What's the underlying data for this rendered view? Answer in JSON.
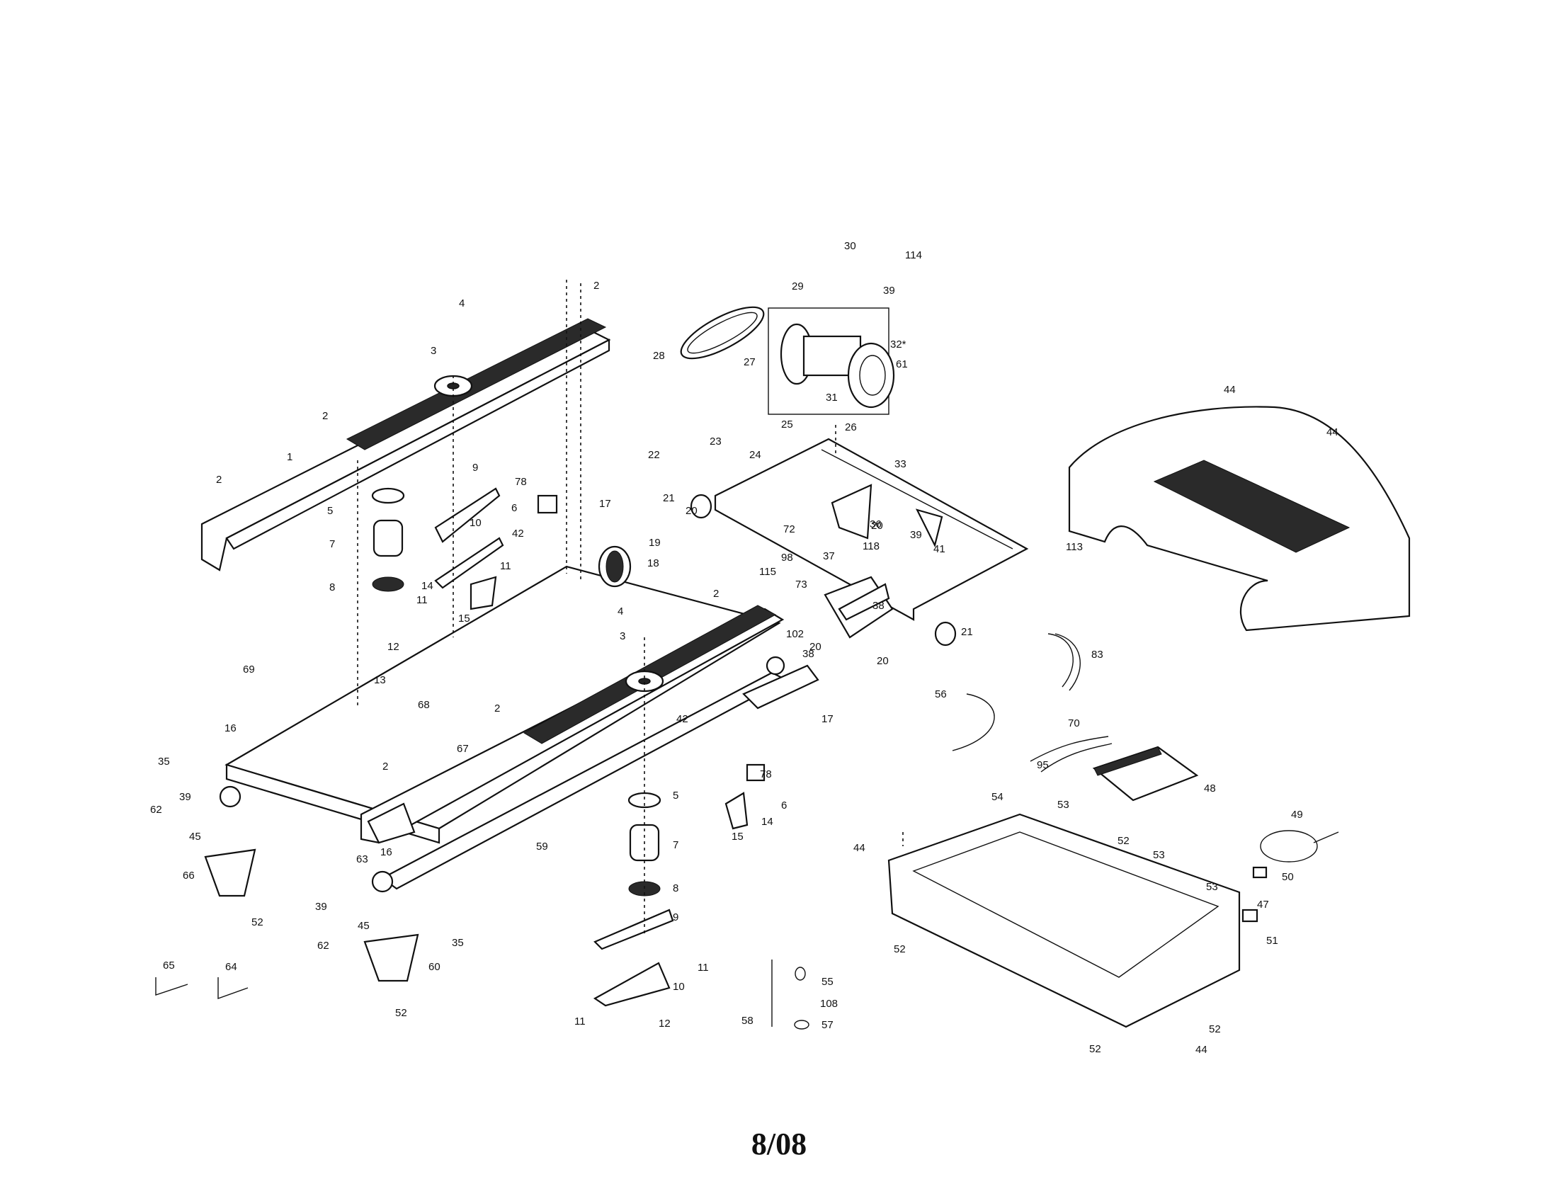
{
  "footer": {
    "date_code": "8/08"
  },
  "callouts": [
    {
      "id": "c2a",
      "text": "2"
    },
    {
      "id": "c4a",
      "text": "4"
    },
    {
      "id": "c3a",
      "text": "3"
    },
    {
      "id": "c2b",
      "text": "2"
    },
    {
      "id": "c1",
      "text": "1"
    },
    {
      "id": "c2c",
      "text": "2"
    },
    {
      "id": "c5a",
      "text": "5"
    },
    {
      "id": "c9a",
      "text": "9"
    },
    {
      "id": "c78a",
      "text": "78"
    },
    {
      "id": "c7a",
      "text": "7"
    },
    {
      "id": "c10a",
      "text": "10"
    },
    {
      "id": "c6a",
      "text": "6"
    },
    {
      "id": "c42a",
      "text": "42"
    },
    {
      "id": "c8a",
      "text": "8"
    },
    {
      "id": "c11a",
      "text": "11"
    },
    {
      "id": "c14a",
      "text": "14"
    },
    {
      "id": "c11b",
      "text": "11"
    },
    {
      "id": "c15a",
      "text": "15"
    },
    {
      "id": "c12a",
      "text": "12"
    },
    {
      "id": "c69",
      "text": "69"
    },
    {
      "id": "c13",
      "text": "13"
    },
    {
      "id": "c16a",
      "text": "16"
    },
    {
      "id": "c68",
      "text": "68"
    },
    {
      "id": "c35a",
      "text": "35"
    },
    {
      "id": "c39a",
      "text": "39"
    },
    {
      "id": "c62a",
      "text": "62"
    },
    {
      "id": "c45a",
      "text": "45"
    },
    {
      "id": "c66",
      "text": "66"
    },
    {
      "id": "c52a",
      "text": "52"
    },
    {
      "id": "c65",
      "text": "65"
    },
    {
      "id": "c64",
      "text": "64"
    },
    {
      "id": "c63",
      "text": "63"
    },
    {
      "id": "c39b",
      "text": "39"
    },
    {
      "id": "c45b",
      "text": "45"
    },
    {
      "id": "c62b",
      "text": "62"
    },
    {
      "id": "c35b",
      "text": "35"
    },
    {
      "id": "c60",
      "text": "60"
    },
    {
      "id": "c52b",
      "text": "52"
    },
    {
      "id": "c16b",
      "text": "16"
    },
    {
      "id": "c2d",
      "text": "2"
    },
    {
      "id": "c67",
      "text": "67"
    },
    {
      "id": "c2e",
      "text": "2"
    },
    {
      "id": "c59",
      "text": "59"
    },
    {
      "id": "c42b",
      "text": "42"
    },
    {
      "id": "c4b",
      "text": "4"
    },
    {
      "id": "c3b",
      "text": "3"
    },
    {
      "id": "c17a",
      "text": "17"
    },
    {
      "id": "c19",
      "text": "19"
    },
    {
      "id": "c18",
      "text": "18"
    },
    {
      "id": "c5b",
      "text": "5"
    },
    {
      "id": "c7b",
      "text": "7"
    },
    {
      "id": "c8b",
      "text": "8"
    },
    {
      "id": "c9b",
      "text": "9"
    },
    {
      "id": "c11c",
      "text": "11"
    },
    {
      "id": "c10b",
      "text": "10"
    },
    {
      "id": "c11d",
      "text": "11"
    },
    {
      "id": "c12b",
      "text": "12"
    },
    {
      "id": "c78b",
      "text": "78"
    },
    {
      "id": "c6b",
      "text": "6"
    },
    {
      "id": "c14b",
      "text": "14"
    },
    {
      "id": "c15b",
      "text": "15"
    },
    {
      "id": "c55",
      "text": "55"
    },
    {
      "id": "c108",
      "text": "108"
    },
    {
      "id": "c58",
      "text": "58"
    },
    {
      "id": "c57",
      "text": "57"
    },
    {
      "id": "c29",
      "text": "29"
    },
    {
      "id": "c30",
      "text": "30"
    },
    {
      "id": "c39c",
      "text": "39"
    },
    {
      "id": "c114",
      "text": "114"
    },
    {
      "id": "c28",
      "text": "28"
    },
    {
      "id": "c27",
      "text": "27"
    },
    {
      "id": "c32",
      "text": "32*"
    },
    {
      "id": "c61",
      "text": "61"
    },
    {
      "id": "c31",
      "text": "31"
    },
    {
      "id": "c25",
      "text": "25"
    },
    {
      "id": "c26",
      "text": "26"
    },
    {
      "id": "c22",
      "text": "22"
    },
    {
      "id": "c23",
      "text": "23"
    },
    {
      "id": "c24",
      "text": "24"
    },
    {
      "id": "c33",
      "text": "33"
    },
    {
      "id": "c21a",
      "text": "21"
    },
    {
      "id": "c20a",
      "text": "20"
    },
    {
      "id": "c72",
      "text": "72"
    },
    {
      "id": "c20b",
      "text": "20"
    },
    {
      "id": "c36",
      "text": "36"
    },
    {
      "id": "c118",
      "text": "118"
    },
    {
      "id": "c98",
      "text": "98"
    },
    {
      "id": "c37",
      "text": "37"
    },
    {
      "id": "c115",
      "text": "115"
    },
    {
      "id": "c73",
      "text": "73"
    },
    {
      "id": "c2f",
      "text": "2"
    },
    {
      "id": "c39d",
      "text": "39"
    },
    {
      "id": "c41",
      "text": "41"
    },
    {
      "id": "c38a",
      "text": "38"
    },
    {
      "id": "c102",
      "text": "102"
    },
    {
      "id": "c38b",
      "text": "38"
    },
    {
      "id": "c20c",
      "text": "20"
    },
    {
      "id": "c20d",
      "text": "20"
    },
    {
      "id": "c21b",
      "text": "21"
    },
    {
      "id": "c17b",
      "text": "17"
    },
    {
      "id": "c44a",
      "text": "44"
    },
    {
      "id": "c44b",
      "text": "44"
    },
    {
      "id": "c113",
      "text": "113"
    },
    {
      "id": "c83",
      "text": "83"
    },
    {
      "id": "c56",
      "text": "56"
    },
    {
      "id": "c70",
      "text": "70"
    },
    {
      "id": "c95",
      "text": "95"
    },
    {
      "id": "c48",
      "text": "48"
    },
    {
      "id": "c54",
      "text": "54"
    },
    {
      "id": "c53a",
      "text": "53"
    },
    {
      "id": "c49",
      "text": "49"
    },
    {
      "id": "c44c",
      "text": "44"
    },
    {
      "id": "c52c",
      "text": "52"
    },
    {
      "id": "c53b",
      "text": "53"
    },
    {
      "id": "c50",
      "text": "50"
    },
    {
      "id": "c53c",
      "text": "53"
    },
    {
      "id": "c47",
      "text": "47"
    },
    {
      "id": "c51",
      "text": "51"
    },
    {
      "id": "c52d",
      "text": "52"
    },
    {
      "id": "c52e",
      "text": "52"
    },
    {
      "id": "c52f",
      "text": "52"
    },
    {
      "id": "c44d",
      "text": "44"
    }
  ]
}
